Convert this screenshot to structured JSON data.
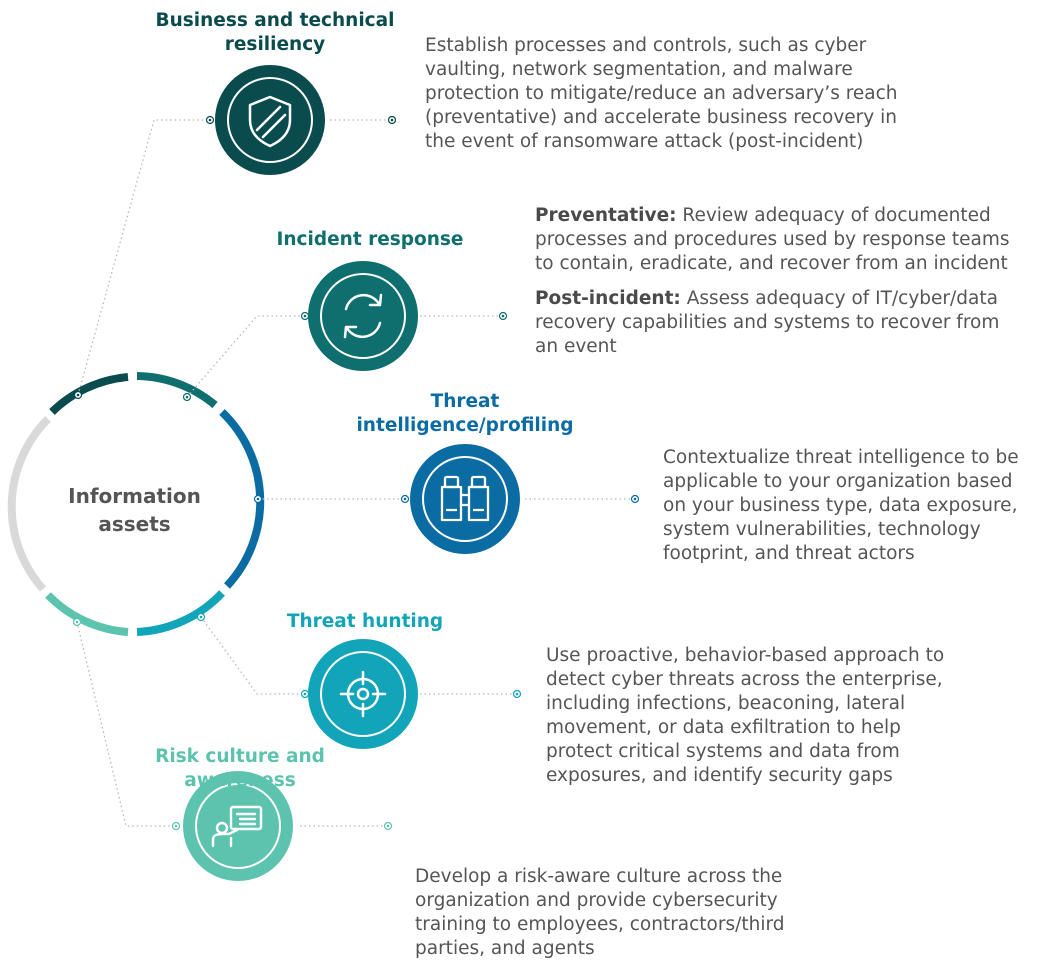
{
  "center": {
    "line1": "Information",
    "line2": "assets"
  },
  "colors": {
    "ring_gray": "#d9d9d9",
    "resiliency": "#0a4b4e",
    "incident": "#0f6e6e",
    "intelligence": "#0b6ca3",
    "hunting": "#12a4b8",
    "culture": "#5cc4ae",
    "text": "#555555"
  },
  "items": [
    {
      "key": "resiliency",
      "title_lines": [
        "Business and technical",
        "resiliency"
      ],
      "icon": "shield-icon",
      "description": [
        "Establish processes and controls, such as cyber",
        "vaulting, network segmentation, and malware",
        "protection to mitigate/reduce an adversary’s reach",
        "(preventative) and accelerate business recovery in",
        "the event of ransomware attack (post-incident)"
      ]
    },
    {
      "key": "incident",
      "title_lines": [
        "Incident response"
      ],
      "icon": "refresh-icon",
      "paragraphs": [
        {
          "label": "Preventative:",
          "lines": [
            "Review adequacy of documented",
            "processes and procedures used by response teams",
            "to contain, eradicate, and recover from an incident"
          ]
        },
        {
          "label": "Post-incident:",
          "lines": [
            "Assess adequacy of IT/cyber/data",
            "recovery capabilities and systems to recover from",
            "an event"
          ]
        }
      ]
    },
    {
      "key": "intelligence",
      "title_lines": [
        "Threat",
        "intelligence/profiling"
      ],
      "icon": "binoculars-icon",
      "description": [
        "Contextualize threat intelligence to be",
        "applicable to your organization based",
        "on your business type, data exposure,",
        "system vulnerabilities, technology",
        "footprint, and threat actors"
      ]
    },
    {
      "key": "hunting",
      "title_lines": [
        "Threat hunting"
      ],
      "icon": "crosshair-icon",
      "description": [
        "Use proactive, behavior-based approach to",
        "detect cyber threats across the enterprise,",
        "including infections, beaconing, lateral",
        "movement, or data exfiltration to help",
        "protect critical systems and data from",
        "exposures, and identify security gaps"
      ]
    },
    {
      "key": "culture",
      "title_lines": [
        "Risk culture and",
        "awareness"
      ],
      "icon": "training-icon",
      "description": [
        "Develop a risk-aware culture across the",
        "organization and provide cybersecurity",
        "training to employees, contractors/third",
        "parties, and agents"
      ]
    }
  ]
}
